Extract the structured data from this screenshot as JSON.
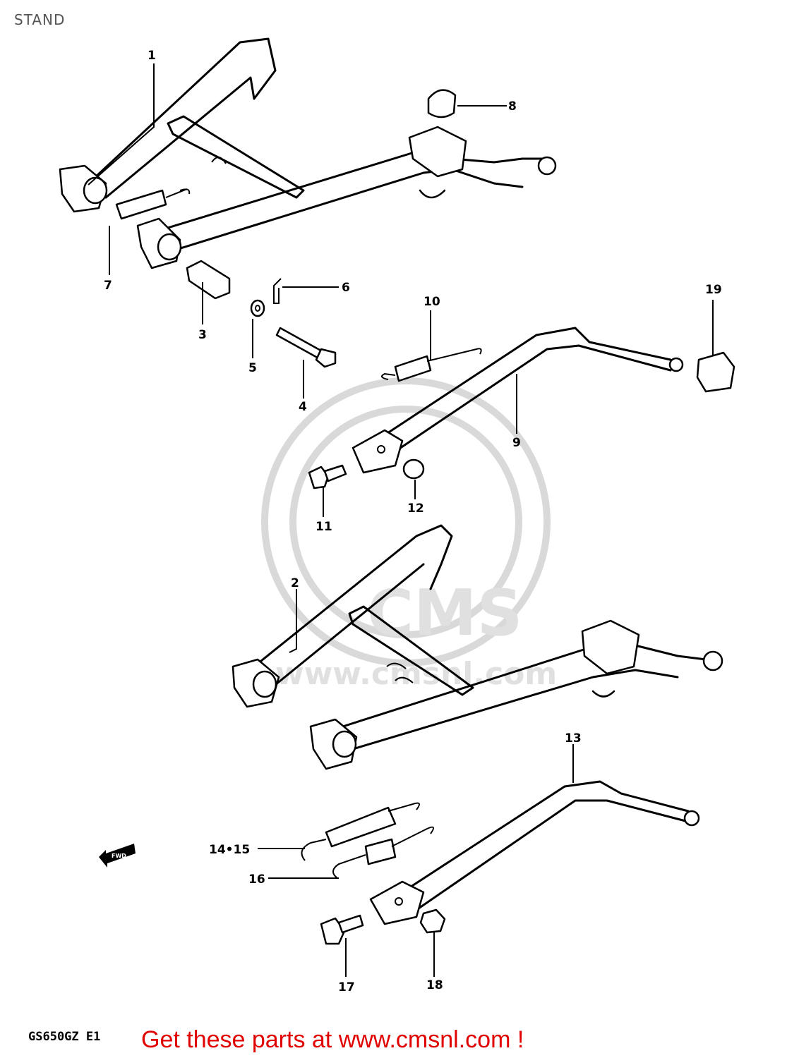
{
  "page": {
    "title": "STAND",
    "diagram_code": "GS650GZ E1"
  },
  "watermark": {
    "brand": "CMS",
    "url": "www.cmsnl.com"
  },
  "fwd_marker": "FWD",
  "callouts": [
    {
      "id": "1",
      "text": "1"
    },
    {
      "id": "2",
      "text": "2"
    },
    {
      "id": "3",
      "text": "3"
    },
    {
      "id": "4",
      "text": "4"
    },
    {
      "id": "5",
      "text": "5"
    },
    {
      "id": "6",
      "text": "6"
    },
    {
      "id": "7",
      "text": "7"
    },
    {
      "id": "8",
      "text": "8"
    },
    {
      "id": "9",
      "text": "9"
    },
    {
      "id": "10",
      "text": "10"
    },
    {
      "id": "11",
      "text": "11"
    },
    {
      "id": "12",
      "text": "12"
    },
    {
      "id": "13",
      "text": "13"
    },
    {
      "id": "14-15",
      "text": "14•15"
    },
    {
      "id": "16",
      "text": "16"
    },
    {
      "id": "17",
      "text": "17"
    },
    {
      "id": "18",
      "text": "18"
    },
    {
      "id": "19",
      "text": "19"
    }
  ],
  "footer": {
    "link_text": "Get these parts at www.cmsnl.com !"
  }
}
